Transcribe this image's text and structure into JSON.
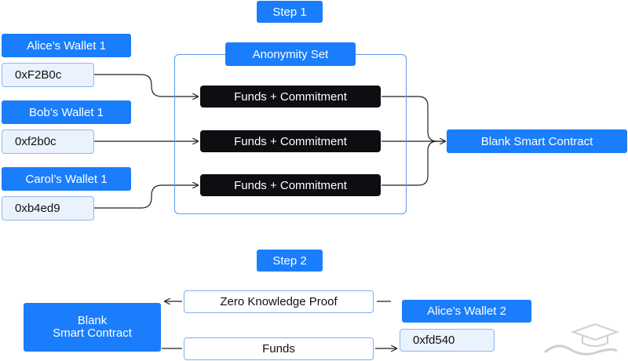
{
  "step1": {
    "label": "Step 1",
    "anonymity_set": "Anonymity Set",
    "wallets": [
      {
        "name": "Alice’s Wallet 1",
        "address": "0xF2B0c"
      },
      {
        "name": "Bob’s Wallet 1",
        "address": "0xf2b0c"
      },
      {
        "name": "Carol’s Wallet 1",
        "address": "0xb4ed9"
      }
    ],
    "commitments": [
      "Funds + Commitment",
      "Funds + Commitment",
      "Funds + Commitment"
    ],
    "contract": "Blank Smart Contract"
  },
  "step2": {
    "label": "Step 2",
    "contract_line1": "Blank",
    "contract_line2": "Smart Contract",
    "zk_proof": "Zero Knowledge Proof",
    "funds": "Funds",
    "wallet": "Alice’s Wallet 2",
    "address": "0xfd540"
  },
  "colors": {
    "blue": "#1a7dfb",
    "dark": "#0d0d12",
    "light_fill": "#eaf2fd",
    "outline": "#7fb0ec"
  }
}
